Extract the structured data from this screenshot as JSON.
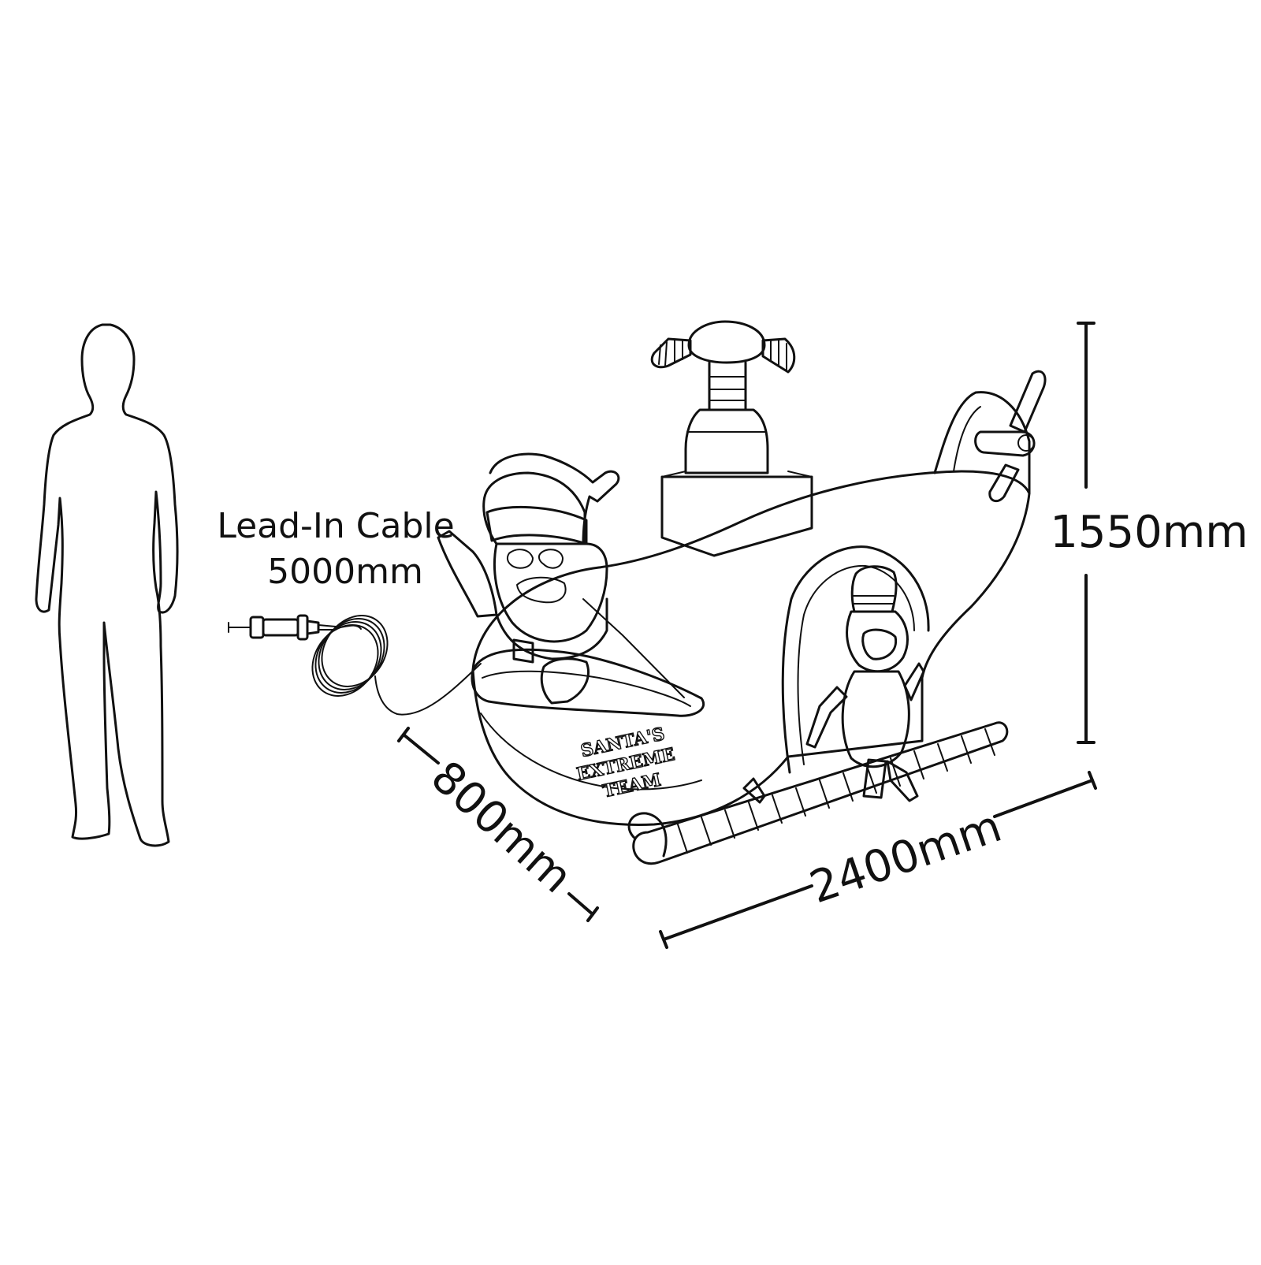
{
  "cable_label": {
    "line1": "Lead-In Cable",
    "line2": "5000mm"
  },
  "dimensions": {
    "height": "1550mm",
    "width": "2400mm",
    "depth": "800mm"
  },
  "logo_lines": [
    "SANTA'S",
    "EXTREME",
    "TEAM"
  ],
  "colors": {
    "stroke": "#111111",
    "background": "#ffffff"
  }
}
